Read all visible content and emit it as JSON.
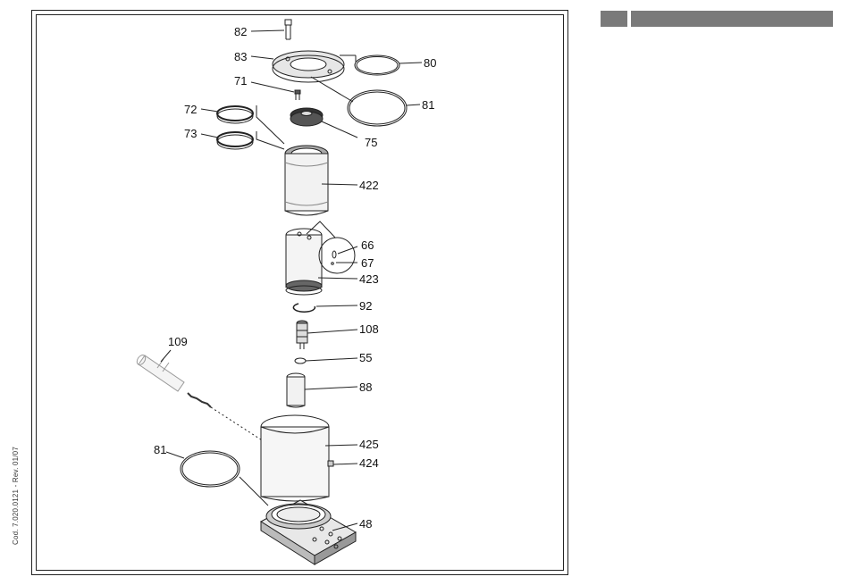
{
  "document": {
    "side_code": "Cod. 7.020.0121 - Rev. 01/07",
    "header_boxes": [
      {
        "name": "section-tab",
        "color": "#7a7a7a"
      },
      {
        "name": "section-title-bar",
        "color": "#7a7a7a"
      }
    ]
  },
  "parts": [
    {
      "id": "82",
      "label": "82"
    },
    {
      "id": "83",
      "label": "83"
    },
    {
      "id": "80",
      "label": "80"
    },
    {
      "id": "71",
      "label": "71"
    },
    {
      "id": "81_top",
      "label": "81"
    },
    {
      "id": "72",
      "label": "72"
    },
    {
      "id": "75",
      "label": "75"
    },
    {
      "id": "73",
      "label": "73"
    },
    {
      "id": "422",
      "label": "422"
    },
    {
      "id": "66",
      "label": "66"
    },
    {
      "id": "67",
      "label": "67"
    },
    {
      "id": "423",
      "label": "423"
    },
    {
      "id": "92",
      "label": "92"
    },
    {
      "id": "108",
      "label": "108"
    },
    {
      "id": "55",
      "label": "55"
    },
    {
      "id": "109",
      "label": "109"
    },
    {
      "id": "88",
      "label": "88"
    },
    {
      "id": "425",
      "label": "425"
    },
    {
      "id": "81_bottom",
      "label": "81"
    },
    {
      "id": "424",
      "label": "424"
    },
    {
      "id": "48",
      "label": "48"
    }
  ]
}
